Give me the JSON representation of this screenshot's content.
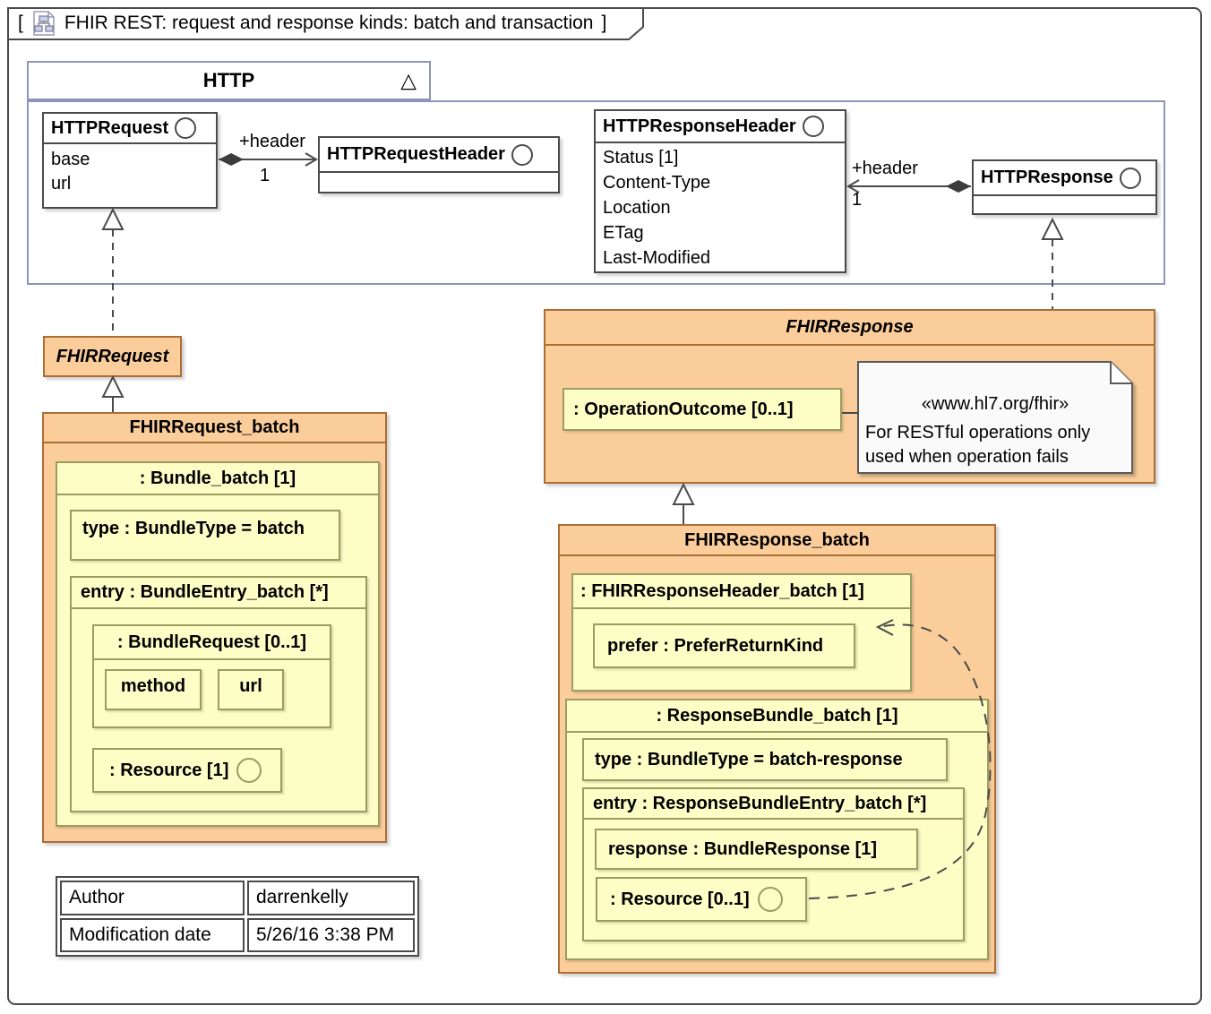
{
  "diagram": {
    "title_open": "[",
    "title": "FHIR REST: request and response kinds: batch and transaction",
    "title_close": "]"
  },
  "http_package": {
    "name": "HTTP",
    "collapse_marker": "△"
  },
  "http_request": {
    "name": "HTTPRequest",
    "attrs": [
      "base",
      "url"
    ]
  },
  "http_request_header": {
    "name": "HTTPRequestHeader"
  },
  "http_response_header": {
    "name": "HTTPResponseHeader",
    "attrs": [
      "Status [1]",
      "Content-Type",
      "Location",
      "ETag",
      "Last-Modified"
    ]
  },
  "http_response": {
    "name": "HTTPResponse"
  },
  "associations": {
    "request_header": {
      "role": "+header",
      "multiplicity": "1"
    },
    "response_header": {
      "role": "+header",
      "multiplicity": "1"
    }
  },
  "fhir_request": {
    "name": "FHIRRequest"
  },
  "fhir_request_batch": {
    "name": "FHIRRequest_batch",
    "bundle": {
      "name": ": Bundle_batch [1]",
      "type_part": "type : BundleType = batch",
      "entry": {
        "name": "entry : BundleEntry_batch [*]",
        "bundle_request": {
          "name": ": BundleRequest [0..1]",
          "method": "method",
          "url": "url"
        },
        "resource": ": Resource [1]"
      }
    }
  },
  "fhir_response": {
    "name": "FHIRResponse",
    "operation_outcome": ": OperationOutcome [0..1]",
    "note": {
      "stereotype": "«www.hl7.org/fhir»",
      "line1": "For RESTful operations only",
      "line2": "used when operation fails"
    }
  },
  "fhir_response_batch": {
    "name": "FHIRResponse_batch",
    "response_header": {
      "name": ": FHIRResponseHeader_batch [1]",
      "prefer": "prefer : PreferReturnKind"
    },
    "bundle": {
      "name": ": ResponseBundle_batch [1]",
      "type_part": "type : BundleType = batch-response",
      "entry": {
        "name": "entry : ResponseBundleEntry_batch [*]",
        "response": "response : BundleResponse [1]",
        "resource": ": Resource [0..1]"
      }
    }
  },
  "info_table": {
    "rows": [
      {
        "label": "Author",
        "value": "darrenkelly"
      },
      {
        "label": "Modification date",
        "value": "5/26/16 3:38 PM"
      }
    ]
  },
  "colors": {
    "orange_fill": "#FBCD9B",
    "orange_border": "#AB6F35",
    "yellow_fill": "#FDFDC6",
    "yellow_border": "#9B9C60",
    "package_border": "#8D96B8",
    "class_border": "#4A4A4A",
    "note_fill": "#FAFAFA",
    "line_color": "#4A4A4A"
  }
}
